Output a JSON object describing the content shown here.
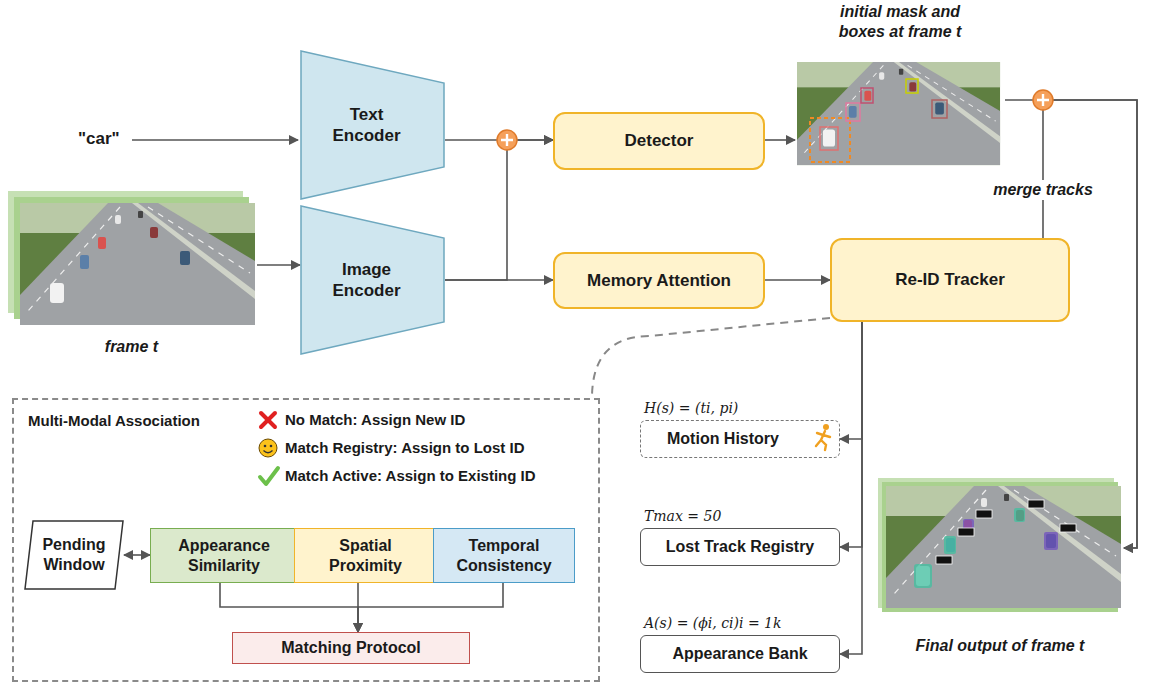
{
  "diagram": {
    "nodes": [
      {
        "text": [
          "Text Encoder"
        ]
      },
      {
        "text": [
          "frame t"
        ]
      },
      {
        "text": [
          "Image Encoder"
        ]
      },
      {
        "text": [
          "Detector"
        ]
      },
      {
        "text": [
          "Memory Attention"
        ]
      },
      {
        "text": [
          "initial mask and boxes at frame t"
        ]
      },
      {
        "text": [
          "Re-ID Tracker"
        ]
      },
      {
        "text": [
          "Multi-Modal Association"
        ]
      },
      {
        "text": [
          "Pending Window"
        ],
        "in": 7
      },
      {
        "text": [
          "Appearance Similarity"
        ],
        "in": 7
      },
      {
        "text": [
          "Spatial Proximity"
        ],
        "in": 7
      },
      {
        "text": [
          "Temporal Consistency"
        ],
        "in": 7
      },
      {
        "text": [
          "Matching Protocol"
        ],
        "in": 7
      },
      {
        "text": [
          "H(s) = (ti, pi)",
          "Motion History"
        ]
      },
      {
        "text": [
          "Tmax = 50",
          "Lost Track Registry"
        ]
      },
      {
        "text": [
          "A(s) = (ϕi, ci)i = 1k",
          "Appearance Bank"
        ]
      },
      {
        "text": [
          "Final output of frame t"
        ]
      }
    ],
    "edges": [
      {
        "from": 1,
        "to": 2,
        "arrow": "to"
      },
      {
        "from": 0,
        "to": 3,
        "arrow": "to"
      },
      {
        "from": 2,
        "to": 3,
        "arrow": "to"
      },
      {
        "from": 2,
        "to": 4,
        "arrow": "to"
      },
      {
        "from": 3,
        "to": 5,
        "arrow": "to"
      },
      {
        "from": 4,
        "to": 6,
        "arrow": "to"
      },
      {
        "from": 5,
        "to": 16,
        "arrow": "to"
      },
      {
        "from": 6,
        "to": 16,
        "label": "merge tracks",
        "arrow": "to"
      },
      {
        "from": 6,
        "to": 13,
        "arrow": "to"
      },
      {
        "from": 6,
        "to": 14,
        "arrow": "to"
      },
      {
        "from": 6,
        "to": 15,
        "arrow": "to"
      },
      {
        "from": 6,
        "to": 7,
        "arrow": "none"
      },
      {
        "from": 8,
        "to": 9,
        "arrow": "both"
      },
      {
        "from": 9,
        "to": 12,
        "arrow": "to"
      },
      {
        "from": 10,
        "to": 12,
        "arrow": "to"
      },
      {
        "from": 11,
        "to": 12,
        "arrow": "to"
      }
    ],
    "labels": [
      "\"car\""
    ],
    "legend": [
      {
        "text": "No Match: Assign New ID"
      },
      {
        "text": "Match Registry: Assign to Lost ID"
      },
      {
        "text": "Match Active: Assign to Existing ID"
      }
    ]
  }
}
